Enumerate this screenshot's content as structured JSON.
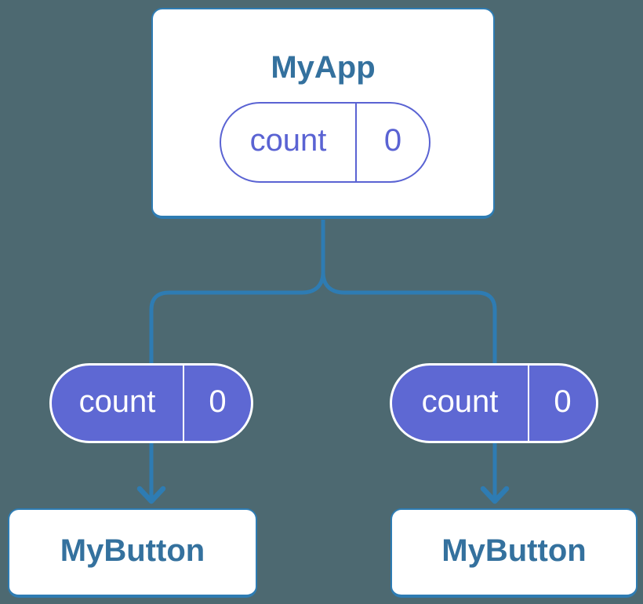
{
  "diagram": {
    "type": "component-state-tree",
    "root": {
      "name": "MyApp",
      "state": {
        "label": "count",
        "value": "0"
      }
    },
    "children": [
      {
        "name": "MyButton",
        "prop": {
          "label": "count",
          "value": "0"
        }
      },
      {
        "name": "MyButton",
        "prop": {
          "label": "count",
          "value": "0"
        }
      }
    ],
    "colors": {
      "background": "#4D6971",
      "connector_blue": "#2E7CB3",
      "component_text_blue": "#34719E",
      "state_purple": "#5A63D3",
      "state_purple_fill": "#5E68D3",
      "card_background": "#FFFFFF"
    }
  }
}
